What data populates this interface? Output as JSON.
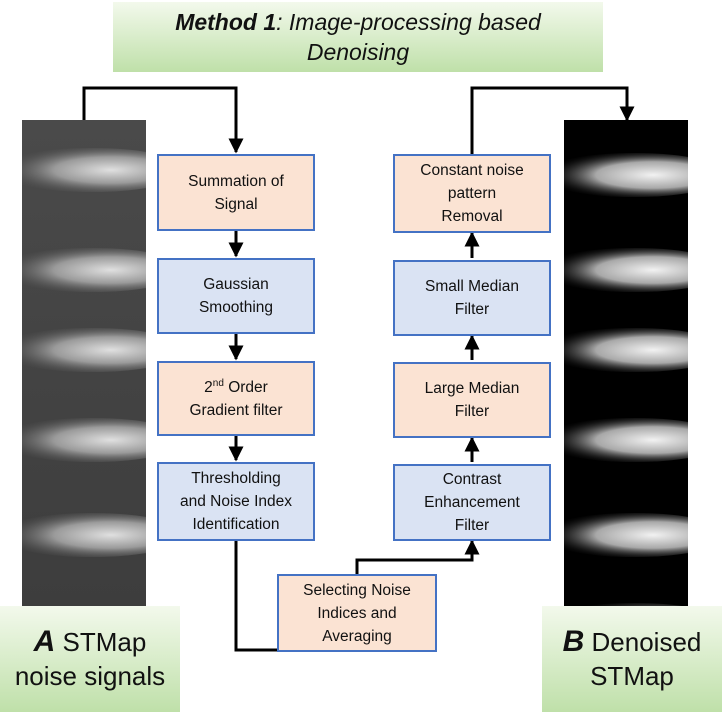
{
  "title": {
    "method_bold": "Method 1",
    "method_rest": ": Image-processing based",
    "line2": "Denoising"
  },
  "labels": {
    "a": {
      "letter": "A",
      "line1": "STMap",
      "line2": "noise signals"
    },
    "b": {
      "letter": "B",
      "line1": "Denoised",
      "line2": "STMap"
    }
  },
  "left_column": [
    {
      "line1": "Summation of",
      "line2": "Signal"
    },
    {
      "line1": "Gaussian",
      "line2": "Smoothing"
    },
    {
      "line1_sup": "nd",
      "line1_pre": "2",
      "line1_post": " Order",
      "line2": "Gradient filter"
    },
    {
      "line1": "Thresholding",
      "line2": "and Noise Index",
      "line3": "Identification"
    }
  ],
  "bottom_box": {
    "line1": "Selecting Noise",
    "line2": "Indices and",
    "line3": "Averaging"
  },
  "right_column": [
    {
      "line1": "Constant noise",
      "line2": "pattern",
      "line3": "Removal"
    },
    {
      "line1": "Small Median",
      "line2": "Filter"
    },
    {
      "line1": "Large Median",
      "line2": "Filter"
    },
    {
      "line1": "Contrast",
      "line2": "Enhancement",
      "line3": "Filter"
    }
  ],
  "colors": {
    "orange_fill": "#fbe3d3",
    "blue_fill": "#dae3f3",
    "box_border": "#4472c4",
    "title_gradient": [
      "#f3f9ec",
      "#bfe0a9"
    ]
  }
}
